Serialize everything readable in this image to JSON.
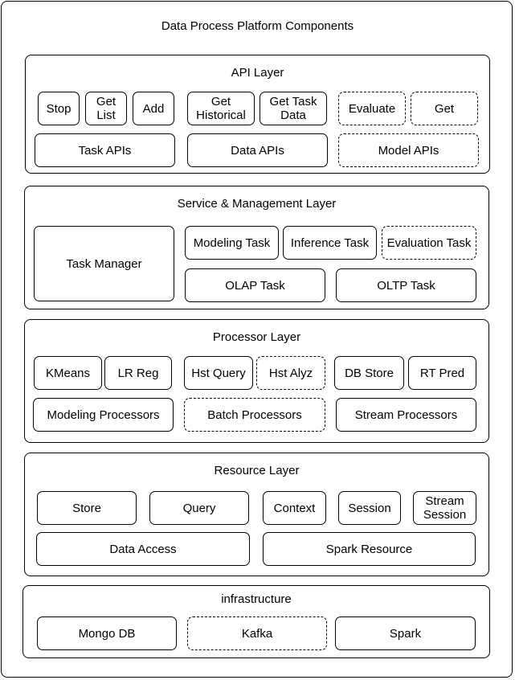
{
  "title": "Data Process Platform Components",
  "layers": {
    "api": {
      "title": "API Layer",
      "stop": "Stop",
      "get_list": "Get List",
      "add": "Add",
      "get_historical": "Get Historical",
      "get_task_data": "Get Task Data",
      "evaluate": "Evaluate",
      "get": "Get",
      "task_apis": "Task APIs",
      "data_apis": "Data APIs",
      "model_apis": "Model APIs"
    },
    "service": {
      "title": "Service & Management Layer",
      "task_manager": "Task Manager",
      "modeling_task": "Modeling Task",
      "inference_task": "Inference Task",
      "evaluation_task": "Evaluation Task",
      "olap_task": "OLAP Task",
      "oltp_task": "OLTP Task"
    },
    "processor": {
      "title": "Processor Layer",
      "kmeans": "KMeans",
      "lr_reg": "LR Reg",
      "hst_query": "Hst Query",
      "hst_alyz": "Hst Alyz",
      "db_store": "DB Store",
      "rt_pred": "RT Pred",
      "modeling_processors": "Modeling Processors",
      "batch_processors": "Batch Processors",
      "stream_processors": "Stream Processors"
    },
    "resource": {
      "title": "Resource Layer",
      "store": "Store",
      "query": "Query",
      "context": "Context",
      "session": "Session",
      "stream_session": "Stream Session",
      "data_access": "Data Access",
      "spark_resource": "Spark Resource"
    },
    "infra": {
      "title": "infrastructure",
      "mongo_db": "Mongo DB",
      "kafka": "Kafka",
      "spark": "Spark"
    }
  }
}
